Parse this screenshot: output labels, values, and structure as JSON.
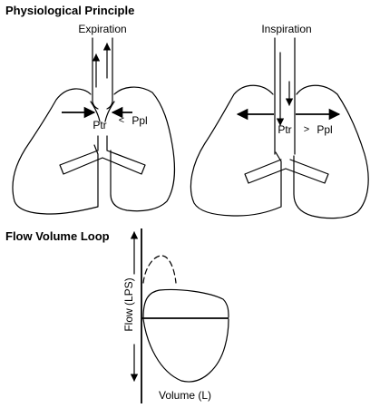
{
  "physiology": {
    "title": "Physiological Principle",
    "expiration": {
      "label": "Expiration",
      "ptr_label": "Ptr",
      "comparator": "<",
      "ppl_label": "Ppl"
    },
    "inspiration": {
      "label": "Inspiration",
      "ptr_label": "Ptr",
      "comparator": ">",
      "ppl_label": "Ppl"
    }
  },
  "flow_volume": {
    "title": "Flow Volume Loop",
    "y_axis_label": "Flow (LPS)",
    "x_axis_label": "Volume (L)"
  }
}
